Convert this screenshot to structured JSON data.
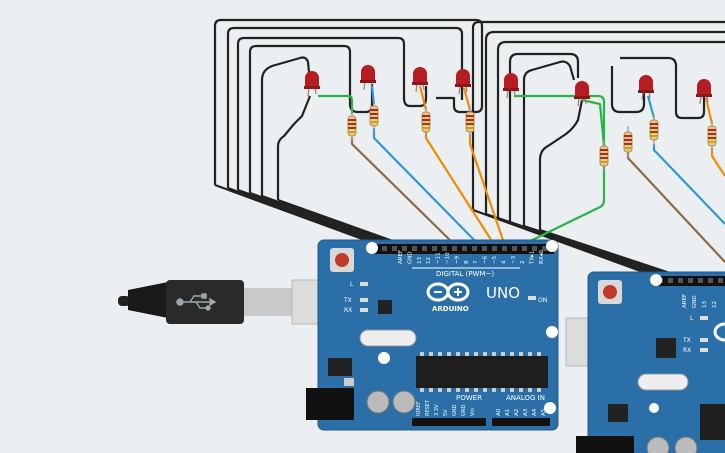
{
  "colors": {
    "canvas_bg": "#eceff1",
    "board_blue": "#2b6fa8",
    "board_edge": "#1f5a8c",
    "wire_black": "#222222",
    "wire_brown": "#8c6a46",
    "wire_blue": "#2b9ad6",
    "wire_orange": "#f08c00",
    "wire_green": "#2bb34a",
    "led_red": "#b51d22",
    "resistor_body": "#e8c98a",
    "reset_button": "#c0392b"
  },
  "board_left": {
    "brand_uno": "UNO",
    "brand_arduino": "ARDUINO",
    "on_label": "ON",
    "digital_label": "DIGITAL (PWM~)",
    "power_label": "POWER",
    "analog_label": "ANALOG IN",
    "led_labels": [
      "L",
      "TX",
      "RX"
    ],
    "header_top_pins": [
      "AREF",
      "GND",
      "13",
      "12",
      "~11",
      "~10",
      "~9",
      "8",
      "7",
      "~6",
      "~5",
      "4",
      "~3",
      "2",
      "TX▸1",
      "RX◂0"
    ],
    "header_bottom_power_pins": [
      "IOREF",
      "RESET",
      "3.3V",
      "5V",
      "GND",
      "GND",
      "Vin"
    ],
    "header_bottom_analog_pins": [
      "A0",
      "A1",
      "A2",
      "A3",
      "A4",
      "A5"
    ]
  },
  "board_right": {
    "header_top_pins": [
      "AREF",
      "GND",
      "13",
      "12"
    ],
    "led_labels": [
      "L",
      "TX",
      "RX"
    ]
  },
  "usb": {
    "icon": "usb-icon"
  }
}
